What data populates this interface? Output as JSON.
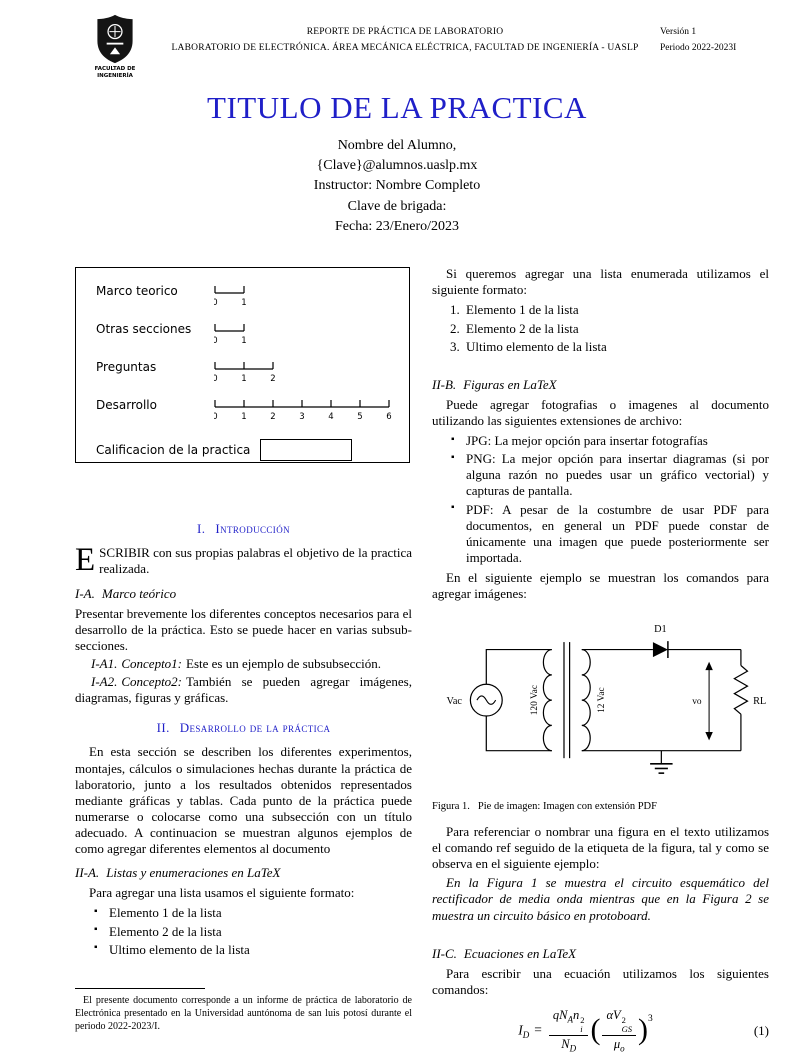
{
  "colors": {
    "accent_blue": "#1f1fc8",
    "text": "#000000",
    "background": "#ffffff"
  },
  "header": {
    "line1": "REPORTE DE PRÁCTICA DE LABORATORIO",
    "line2": "LABORATORIO DE ELECTRÓNICA. ÁREA MECÁNICA ELÉCTRICA, FACULTAD DE INGENIERÍA - UASLP",
    "version": "Versión 1",
    "period": "Periodo 2022-2023I",
    "logo_text_line1": "FACULTAD DE",
    "logo_text_line2": "INGENIERÍA"
  },
  "title": "TITULO DE LA PRACTICA",
  "author": {
    "lines": [
      "Nombre del Alumno,",
      "{Clave}@alumnos.uaslp.mx",
      "Instructor: Nombre Completo",
      "Clave de brigada:",
      "Fecha: 23/Enero/2023"
    ]
  },
  "figure_rubric": {
    "rows": [
      {
        "label": "Marco teorico",
        "ticks": [
          "0",
          "1"
        ]
      },
      {
        "label": "Otras secciones",
        "ticks": [
          "0",
          "1"
        ]
      },
      {
        "label": "Preguntas",
        "ticks": [
          "0",
          "1",
          "2"
        ]
      },
      {
        "label": "Desarrollo",
        "ticks": [
          "0",
          "1",
          "2",
          "3",
          "4",
          "5",
          "6"
        ]
      }
    ],
    "score_label": "Calificacion de la practica"
  },
  "sections": {
    "s1": {
      "number": "I.",
      "title": "Introducción"
    },
    "s2": {
      "number": "II.",
      "title": "Desarrollo de la práctica"
    }
  },
  "intro": {
    "lead_char": "E",
    "lead_rest": "SCRIBIR con sus propias palabras el objetivo de la practica realizada.",
    "sub_a": {
      "number": "I-A.",
      "title": "Marco teórico"
    },
    "sub_a_text": "Presentar brevemente los diferentes conceptos necesarios para el desarrollo de la práctica. Esto se puede hacer en varias subsub-secciones.",
    "sub_a1": {
      "number": "I-A1.",
      "title": "Concepto1:",
      "text": "Este es un ejemplo de subsubsección."
    },
    "sub_a2": {
      "number": "I-A2.",
      "title": "Concepto2:",
      "text": "También se pueden agregar imágenes, diagramas, figuras y gráficas."
    }
  },
  "development": {
    "intro_text": "En esta sección se describen los diferentes experimentos, montajes, cálculos o simulaciones hechas durante la práctica de laboratorio, junto a los resultados obtenidos representados mediante gráficas y tablas. Cada punto de la práctica puede numerarse o colocarse como una subsección con un título adecuado. A continuacion se muestran algunos ejemplos de como agregar diferentes elementos al documento",
    "sub_a": {
      "number": "II-A.",
      "title": "Listas y enumeraciones en LaTeX"
    },
    "list_intro": "Para agregar una lista usamos el siguiente formato:",
    "bullet_items": [
      "Elemento 1 de la lista",
      "Elemento 2 de la lista",
      "Ultimo elemento de la lista"
    ],
    "enum_intro": "Si queremos agregar una lista enumerada utilizamos el siguiente formato:",
    "enum_items": [
      {
        "num": "1.",
        "text": "Elemento 1 de la lista"
      },
      {
        "num": "2.",
        "text": "Elemento 2 de la lista"
      },
      {
        "num": "3.",
        "text": "Ultimo elemento de la lista"
      }
    ],
    "sub_b": {
      "number": "II-B.",
      "title": "Figuras en LaTeX"
    },
    "figures_intro": "Puede agregar fotografias o imagenes al documento utilizando las siguientes extensiones de archivo:",
    "format_items": [
      "JPG: La mejor opción para insertar fotografías",
      "PNG: La mejor opción para insertar diagramas (si por alguna razón no puedes usar un gráfico vectorial) y capturas de pantalla.",
      "PDF: A pesar de la costumbre de usar PDF para documentos, en general un PDF puede constar de únicamente una imagen que puede posteriormente ser importada."
    ],
    "figure_example_intro": "En el siguiente ejemplo se muestran los comandos para agregar imágenes:",
    "figure_reference_text": "Para referenciar o nombrar una figura en el texto utilizamos el comando ref seguido de la etiqueta de la figura, tal y como se observa en el siguiente ejemplo:",
    "figure_reference_example": "En la Figura 1 se muestra el circuito esquemático del rectificador de media onda mientras que en la Figura 2 se muestra un circuito básico en protoboard.",
    "sub_c": {
      "number": "II-C.",
      "title": "Ecuaciones en LaTeX"
    },
    "equation_intro": "Para escribir una ecuación utilizamos los siguientes comandos:"
  },
  "figure1": {
    "caption_label": "Figura 1.",
    "caption_text": "Pie de imagen: Imagen con extensión PDF",
    "labels": {
      "source": "Vac",
      "primary": "120 Vac",
      "secondary": "12 Vac",
      "diode": "D1",
      "output": "vo",
      "load": "RL"
    }
  },
  "equation": {
    "lhs": "I",
    "lhs_sub": "D",
    "rel": "=",
    "f1_num_a": "qN",
    "f1_num_a_sub": "A",
    "f1_num_b": "n",
    "f1_num_b_sup": "2",
    "f1_num_b_sub": "i",
    "f1_den": "N",
    "f1_den_sub": "D",
    "f2_num_a": "αV",
    "f2_num_b_sup": "2",
    "f2_num_b_sub": "GS",
    "f2_den": "μ",
    "f2_den_sub": "o",
    "outer_exp": "3",
    "number": "(1)"
  },
  "footnote": {
    "text": "El presente documento corresponde a un informe de práctica de laboratorio de Electrónica presentado en la Universidad auntónoma de san luis potosí durante el periodo 2022-2023/I."
  }
}
